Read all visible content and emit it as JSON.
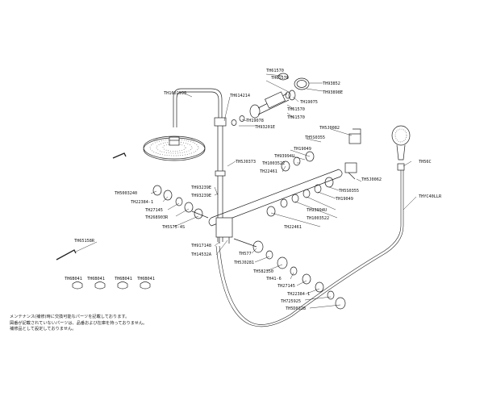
{
  "parts": [
    {
      "key": "TH610570a",
      "label": "TH61570"
    },
    {
      "key": "TH610570b",
      "label": "TH61570"
    },
    {
      "key": "TH93852",
      "label": "TH93852"
    },
    {
      "key": "TH93898E",
      "label": "TH93898E"
    },
    {
      "key": "TH19075",
      "label": "TH19075"
    },
    {
      "key": "TH61570c",
      "label": "TH61570"
    },
    {
      "key": "TH61570d",
      "label": "TH61570"
    },
    {
      "key": "TH1002990",
      "label": "TH1002990"
    },
    {
      "key": "TH614214",
      "label": "TH614214"
    },
    {
      "key": "TH19078",
      "label": "TH19078"
    },
    {
      "key": "TH93201E",
      "label": "TH93201E"
    },
    {
      "key": "TH5J0082a",
      "label": "TH5J0082"
    },
    {
      "key": "TH5S0355a",
      "label": "TH5S0355"
    },
    {
      "key": "TH19049a",
      "label": "TH19049"
    },
    {
      "key": "TH93994Ua",
      "label": "TH93994U"
    },
    {
      "key": "TH1003522a",
      "label": "TH1003522"
    },
    {
      "key": "TH22461a",
      "label": "TH22461"
    },
    {
      "key": "TH5J0373",
      "label": "TH5J0373"
    },
    {
      "key": "TH93239E",
      "label": "TH93239E"
    },
    {
      "key": "TH5003240",
      "label": "TH5003240"
    },
    {
      "key": "TH22384a",
      "label": "TH22384-1"
    },
    {
      "key": "TH27145a",
      "label": "TH27145"
    },
    {
      "key": "TH268903R",
      "label": "TH268903R"
    },
    {
      "key": "TH5S75",
      "label": "TH5S75-4S"
    },
    {
      "key": "TH93239E2",
      "label": "TH93239E"
    },
    {
      "key": "TH5J0062",
      "label": "TH5J0062"
    },
    {
      "key": "TH5S0355b",
      "label": "TH5S0355"
    },
    {
      "key": "TH19049b",
      "label": "TH19049"
    },
    {
      "key": "TH93994Ub",
      "label": "TH93994U"
    },
    {
      "key": "TH1003522b",
      "label": "TH1003522"
    },
    {
      "key": "TH22461b",
      "label": "TH22461"
    },
    {
      "key": "TH56C",
      "label": "TH56C"
    },
    {
      "key": "THYC40LLR",
      "label": "THYC40LLR"
    },
    {
      "key": "TH65158R",
      "label": "TH65158R"
    },
    {
      "key": "TH917148",
      "label": "TH917148"
    },
    {
      "key": "TH14532A",
      "label": "TH14532A"
    },
    {
      "key": "TH577",
      "label": "TH577"
    },
    {
      "key": "TH5J0281",
      "label": "TH5J0281"
    },
    {
      "key": "TH582350",
      "label": "TH582350"
    },
    {
      "key": "TH41",
      "label": "TH41-6"
    },
    {
      "key": "TH27145b",
      "label": "TH27145"
    },
    {
      "key": "TH22384b",
      "label": "TH22384-1"
    },
    {
      "key": "TH725925",
      "label": "TH725925"
    },
    {
      "key": "TH5D0328",
      "label": "TH5D0328"
    },
    {
      "key": "TH6B041a",
      "label": "TH6B041"
    },
    {
      "key": "TH6B041b",
      "label": "TH6B041"
    },
    {
      "key": "TH6B041c",
      "label": "TH6B041"
    },
    {
      "key": "TH6B041d",
      "label": "TH6B041"
    }
  ],
  "notes": [
    "メンテナンス(補修)時に交換可能なパーツを記載しております。",
    "図番が記載されていないパーツは、品番および在庫を持っておりません。",
    "補修品として設定しておりません。"
  ]
}
